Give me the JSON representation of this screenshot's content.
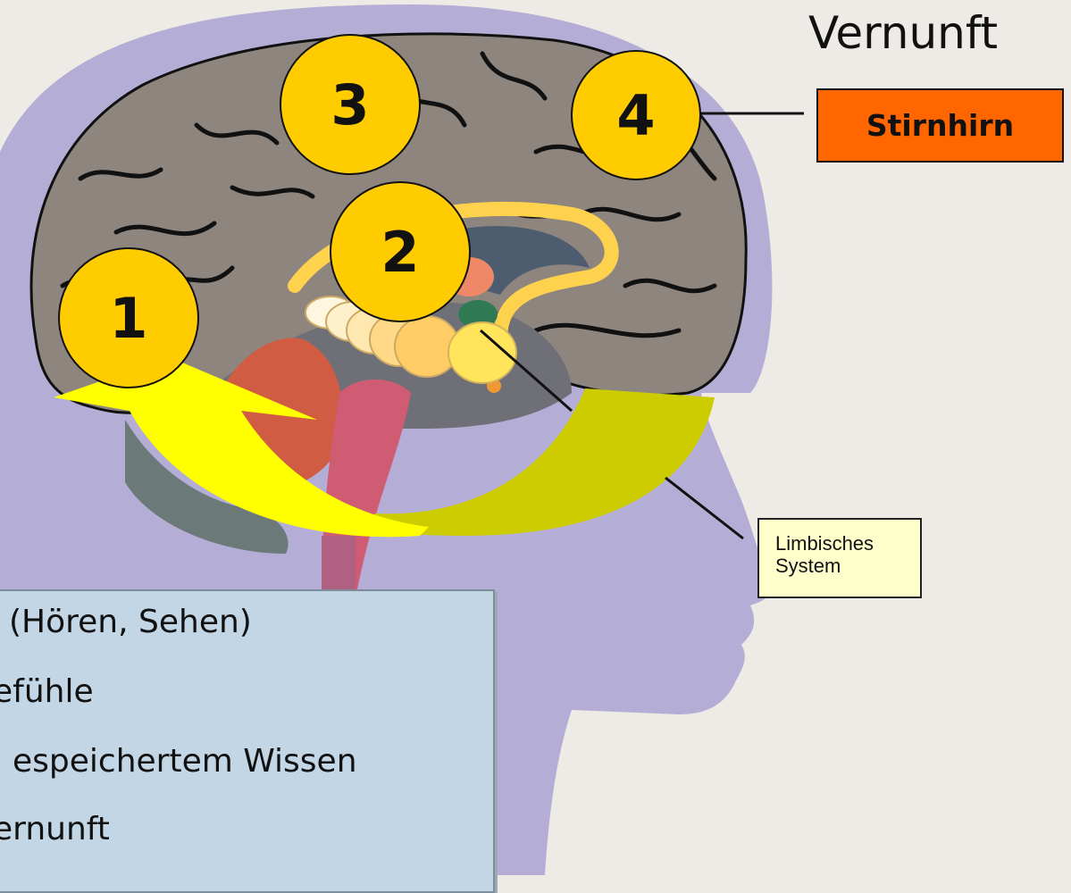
{
  "title": "Vernunft",
  "frontal_label": "Stirnhirn",
  "limbic_label": [
    "Limbisches",
    "System"
  ],
  "stages": [
    {
      "number": "1"
    },
    {
      "number": "2"
    },
    {
      "number": "3"
    },
    {
      "number": "4"
    }
  ],
  "legend": [
    "(Hören, Sehen)",
    "efühle",
    "espeichertem Wissen",
    "ernunft"
  ],
  "colors": {
    "background": "#eeeae6",
    "head": "#b4aed6",
    "cortex": "#8e857f",
    "circle_fill": "#ffcc00",
    "arrow_yellow": "#ffff00",
    "arrow_olive": "#cccc00",
    "stirnhirn_box": "#ff6600",
    "limbic_box": "#ffffcc",
    "legend_box": "#c3d6e5"
  }
}
